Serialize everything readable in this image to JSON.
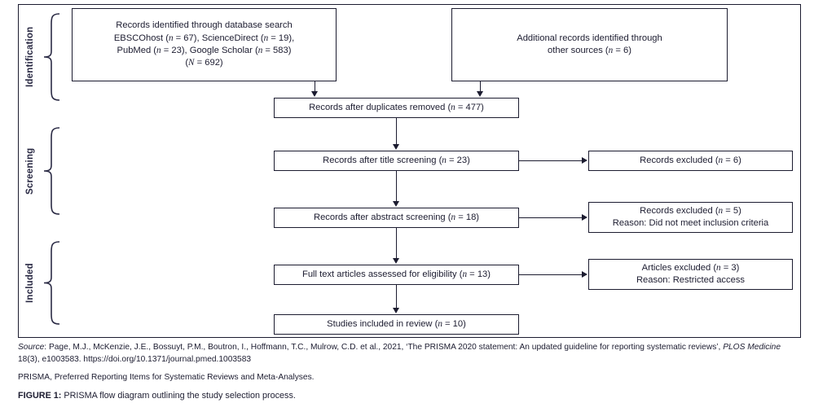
{
  "figure": {
    "type": "prisma-flow-diagram",
    "stages": [
      {
        "label": "Identification"
      },
      {
        "label": "Screening"
      },
      {
        "label": "Included"
      }
    ],
    "boxes": {
      "database_search": {
        "lines": [
          "Records identified through database search",
          "EBSCOhost (n = 67), ScienceDirect (n = 19),",
          "PubMed (n = 23), Google Scholar (n = 583)",
          "(N = 692)"
        ]
      },
      "other_sources": {
        "lines": [
          "Additional records identified through",
          "other sources (n = 6)"
        ]
      },
      "duplicates_removed": {
        "lines": [
          "Records after duplicates removed (n = 477)"
        ]
      },
      "title_screening": {
        "lines": [
          "Records after title screening (n = 23)"
        ]
      },
      "excluded_title": {
        "lines": [
          "Records excluded (n = 6)"
        ]
      },
      "abstract_screening": {
        "lines": [
          "Records after abstract screening (n = 18)"
        ]
      },
      "excluded_abstract": {
        "lines": [
          "Records excluded (n = 5)",
          "Reason: Did not meet inclusion criteria"
        ]
      },
      "full_text_eligibility": {
        "lines": [
          "Full text articles assessed for eligibility (n = 13)"
        ]
      },
      "excluded_fulltext": {
        "lines": [
          "Articles excluded (n = 3)",
          "Reason: Restricted access"
        ]
      },
      "included_studies": {
        "lines": [
          "Studies included in review (n = 10)"
        ]
      }
    },
    "counts": {
      "ebscohost": 67,
      "sciencedirect": 19,
      "pubmed": 23,
      "google_scholar": 583,
      "total_identified": 692,
      "other_sources": 6,
      "after_duplicates_removed": 477,
      "after_title_screening": 23,
      "excluded_after_title": 6,
      "after_abstract_screening": 18,
      "excluded_after_abstract": 5,
      "full_text_assessed": 13,
      "excluded_full_text": 3,
      "included_in_review": 10
    }
  },
  "captions": {
    "source_label": "Source",
    "source_text_1": ": Page, M.J., McKenzie, J.E., Bossuyt, P.M., Boutron, I., Hoffmann, T.C., Mulrow, C.D. et al., 2021, ‘The PRISMA 2020 statement: An updated guideline for reporting systematic reviews’, ",
    "source_journal": "PLOS Medicine",
    "source_text_2": " 18(3), e1003583. https://doi.org/10.1371/journal.pmed.1003583",
    "abbreviation": "PRISMA, Preferred Reporting Items for Systematic Reviews and Meta-Analyses.",
    "figure_number": "FIGURE 1:",
    "figure_title": " PRISMA flow diagram outlining the study selection process."
  },
  "colors": {
    "line": "#1c1c30",
    "text": "#1c1c30",
    "background": "#ffffff"
  }
}
